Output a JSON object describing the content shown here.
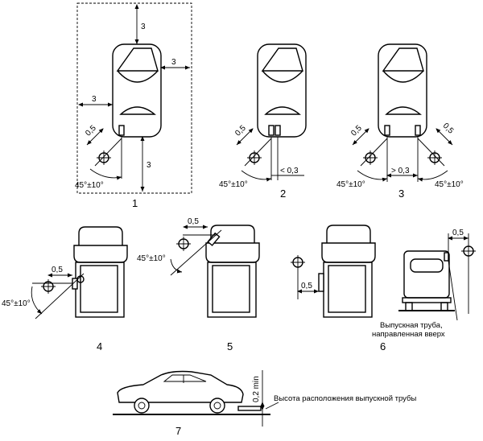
{
  "figures": {
    "f1": {
      "number": "1",
      "dims": {
        "top": "3",
        "side": "3",
        "left": "3",
        "rear": "3",
        "probe": "0,5",
        "angle": "45°±10°"
      }
    },
    "f2": {
      "number": "2",
      "dims": {
        "probe": "0,5",
        "spacing": "< 0,3",
        "angle": "45°±10°"
      }
    },
    "f3": {
      "number": "3",
      "dims": {
        "probe_left": "0,5",
        "probe_right": "0,5",
        "spacing": "> 0,3",
        "angle_left": "45°±10°",
        "angle_right": "45°±10°"
      }
    },
    "f4": {
      "number": "4",
      "dims": {
        "probe": "0,5",
        "angle": "45°±10°"
      }
    },
    "f5": {
      "number": "5",
      "dims": {
        "probe": "0,5",
        "angle": "45°±10°"
      }
    },
    "f6": {
      "number": "6",
      "dims": {
        "probe": "0,5"
      }
    },
    "f6b": {
      "dims": {
        "probe": "0,5"
      },
      "note_line1": "Выпускная труба,",
      "note_line2": "направленная вверх"
    },
    "f7": {
      "number": "7",
      "dims": {
        "height": "0,2 min"
      },
      "note": "Высота расположения выпускной трубы"
    }
  }
}
